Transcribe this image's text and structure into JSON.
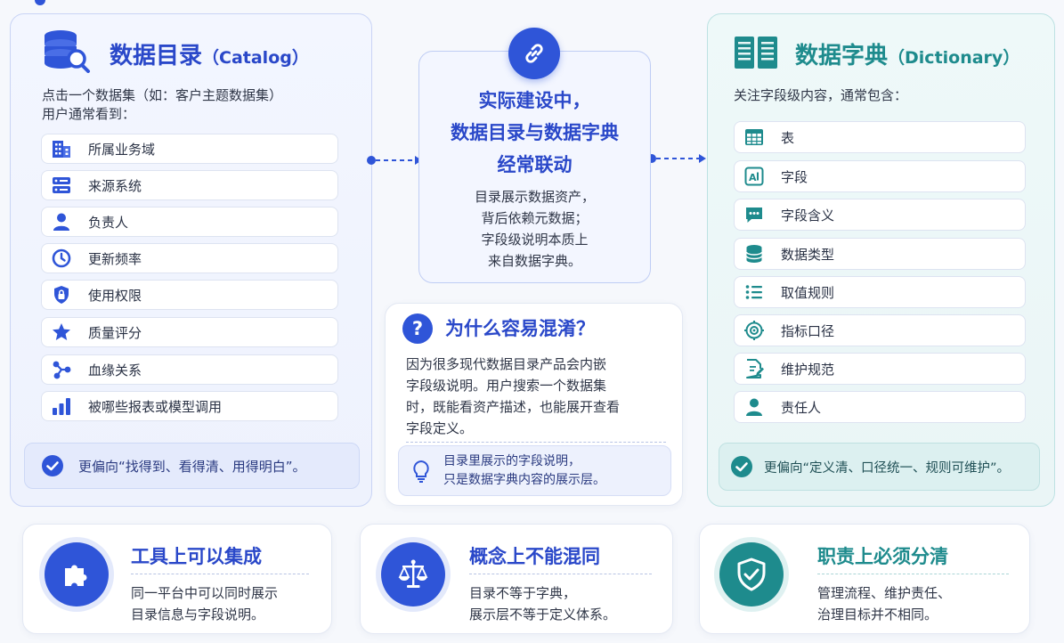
{
  "catalog": {
    "title": "数据目录",
    "title_en": "（Catalog）",
    "intro_line1": "点击一个数据集（如：客户主题数据集）",
    "intro_line2": "用户通常看到：",
    "items": [
      {
        "label": "所属业务域",
        "icon": "building-icon"
      },
      {
        "label": "来源系统",
        "icon": "server-icon"
      },
      {
        "label": "负责人",
        "icon": "person-icon"
      },
      {
        "label": "更新频率",
        "icon": "clock-icon"
      },
      {
        "label": "使用权限",
        "icon": "lock-shield-icon"
      },
      {
        "label": "质量评分",
        "icon": "star-icon"
      },
      {
        "label": "血缘关系",
        "icon": "lineage-icon"
      },
      {
        "label": "被哪些报表或模型调用",
        "icon": "bar-chart-icon"
      }
    ],
    "note": "更偏向“找得到、看得清、用得明白”。"
  },
  "center": {
    "title_line1": "实际建设中，",
    "title_line2": "数据目录与数据字典",
    "title_line3": "经常联动",
    "body_line1": "目录展示数据资产，",
    "body_line2": "背后依赖元数据；",
    "body_line3": "字段级说明本质上",
    "body_line4": "来自数据字典。"
  },
  "why": {
    "title": "为什么容易混淆？",
    "body_line1": "因为很多现代数据目录产品会内嵌",
    "body_line2": "字段级说明。用户搜索一个数据集",
    "body_line3": "时，既能看资产描述，也能展开查看",
    "body_line4": "字段定义。",
    "tip_line1": "目录里展示的字段说明，",
    "tip_line2": "只是数据字典内容的展示层。"
  },
  "dictionary": {
    "title": "数据字典",
    "title_en": "（Dictionary）",
    "intro": "关注字段级内容，通常包含：",
    "items": [
      {
        "label": "表",
        "icon": "table-icon"
      },
      {
        "label": "字段",
        "icon": "ai-field-icon"
      },
      {
        "label": "字段含义",
        "icon": "chat-icon"
      },
      {
        "label": "数据类型",
        "icon": "database-icon"
      },
      {
        "label": "取值规则",
        "icon": "list-icon"
      },
      {
        "label": "指标口径",
        "icon": "target-icon"
      },
      {
        "label": "维护规范",
        "icon": "document-edit-icon"
      },
      {
        "label": "责任人",
        "icon": "person-icon"
      }
    ],
    "note": "更偏向“定义清、口径统一、规则可维护”。"
  },
  "bottom": [
    {
      "title": "工具上可以集成",
      "line1": "同一平台中可以同时展示",
      "line2": "目录信息与字段说明。",
      "icon": "puzzle-icon"
    },
    {
      "title": "概念上不能混同",
      "line1": "目录不等于字典，",
      "line2": "展示层不等于定义体系。",
      "icon": "scale-icon"
    },
    {
      "title": "职责上必须分清",
      "line1": "管理流程、维护责任、",
      "line2": "治理目标并不相同。",
      "icon": "shield-check-icon"
    }
  ],
  "colors": {
    "blue": "#2a48c9",
    "teal": "#1e8b8d",
    "icon_blue": "#2f55d8"
  }
}
